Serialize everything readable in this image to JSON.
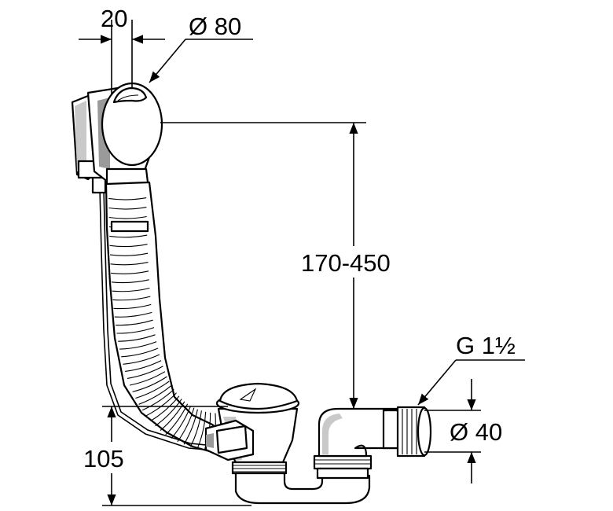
{
  "dimensions": {
    "width_top": "20",
    "diameter_top": "Ø 80",
    "height_range": "170-450",
    "thread": "G 1½",
    "outlet_diameter": "Ø 40",
    "bottom_height": "105"
  }
}
